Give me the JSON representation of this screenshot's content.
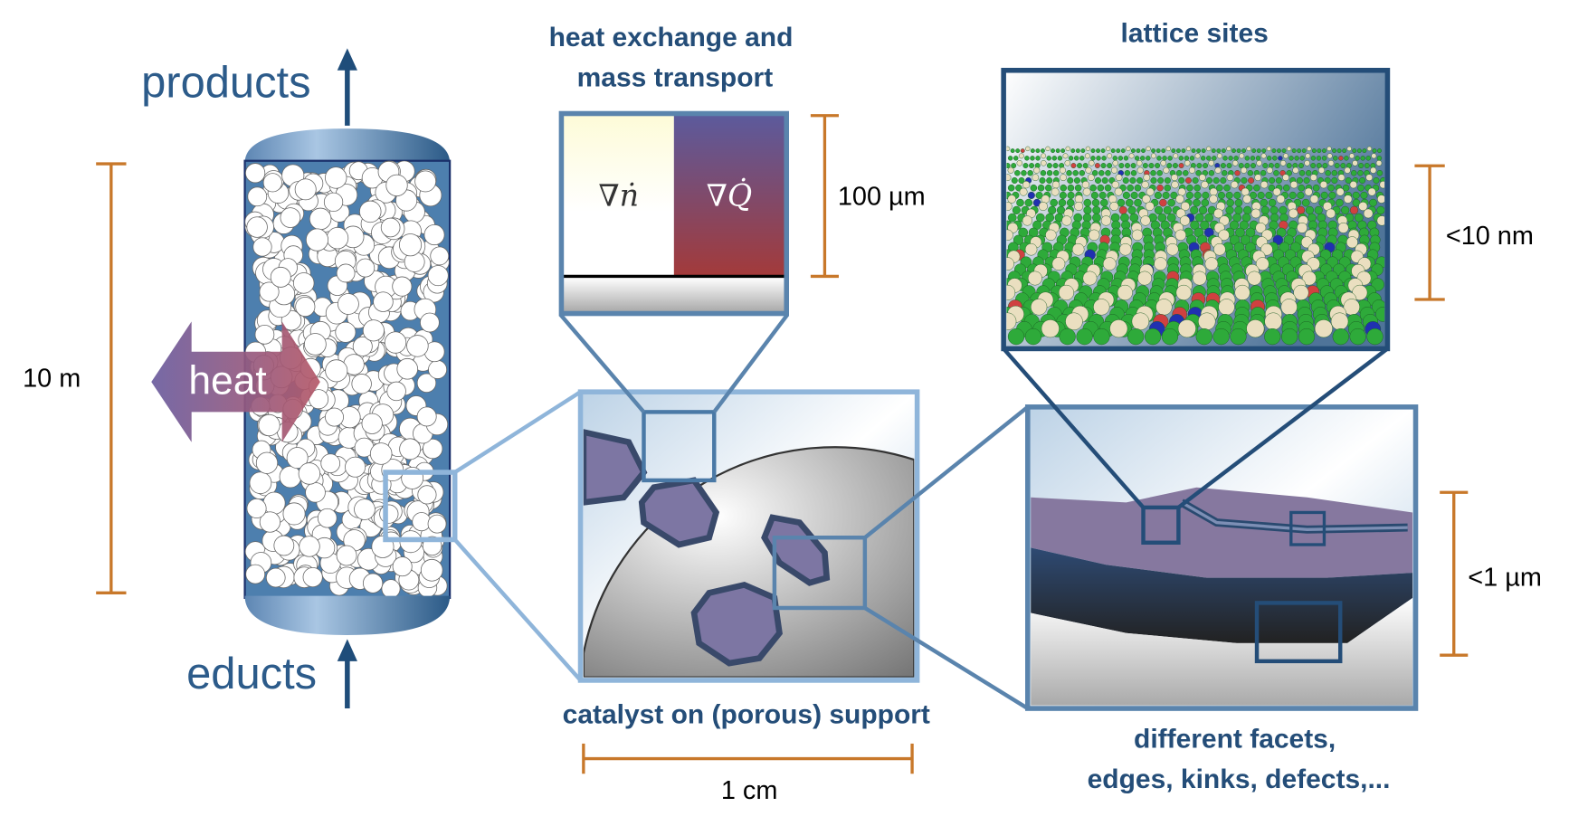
{
  "labels": {
    "products": "products",
    "educts": "educts",
    "heat": "heat",
    "heat_exchange_line1": "heat exchange and",
    "heat_exchange_line2": "mass transport",
    "lattice_sites": "lattice sites",
    "catalyst_caption": "catalyst on (porous) support",
    "facets_line1": "different facets,",
    "facets_line2": "edges, kinks, defects,..."
  },
  "gradients": {
    "mass": "∇ṅ",
    "heat": "∇Q̇"
  },
  "scales": {
    "reactor": "10 m",
    "transport": "100 µm",
    "lattice": "<10 nm",
    "particle": "<1 µm",
    "support": "1 cm"
  },
  "colors": {
    "scale_bar": "#c8782a",
    "frame_dark": "#2a5680",
    "frame_light": "#8fb5da",
    "title": "#244d78"
  }
}
